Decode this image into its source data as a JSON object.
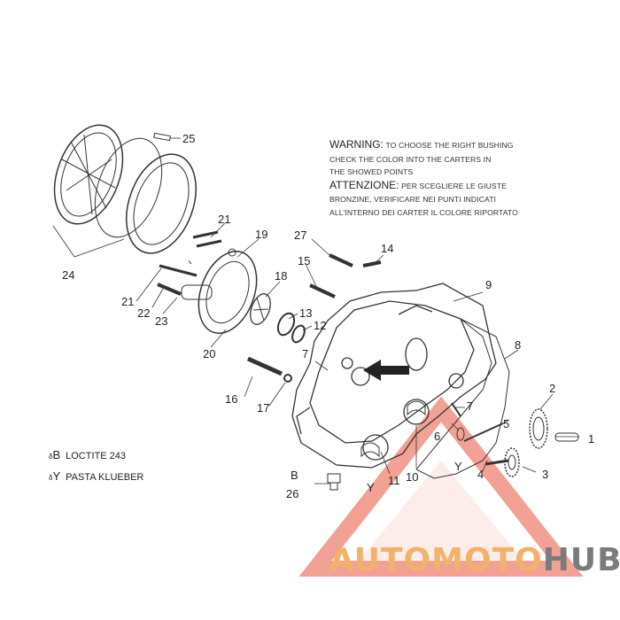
{
  "warning": {
    "en_heading": "WARNING:",
    "en_line1": "TO CHOOSE THE RIGHT BUSHING",
    "en_line2": "CHECK THE COLOR INTO THE CARTERS IN",
    "en_line3": "THE SHOWED POINTS",
    "it_heading": "ATTENZIONE:",
    "it_line1": "PER SCEGLIERE LE GIUSTE",
    "it_line2": "BRONZINE, VERIFICARE NEI PUNTI INDICATI",
    "it_line3": "ALL'INTERNO DEI CARTER IL COLORE RIPORTATO"
  },
  "legend": [
    {
      "symbol": "B",
      "text": "LOCTITE 243"
    },
    {
      "symbol": "Y",
      "text": "PASTA KLUEBER"
    }
  ],
  "callouts": {
    "c1": "1",
    "c2": "2",
    "c3": "3",
    "c4": "4",
    "c5": "5",
    "c6": "6",
    "c7a": "7",
    "c7b": "7",
    "c8": "8",
    "c9": "9",
    "c10": "10",
    "c11": "11",
    "c12": "12",
    "c13": "13",
    "c14": "14",
    "c15": "15",
    "c16": "16",
    "c17": "17",
    "c18": "18",
    "c19": "19",
    "c20": "20",
    "c21a": "21",
    "c21b": "21",
    "c22": "22",
    "c23": "23",
    "c24": "24",
    "c25": "25",
    "c26": "26",
    "c27": "27",
    "cB": "B",
    "cY1": "Y",
    "cY2": "Y"
  },
  "watermark": {
    "part1": "AUTOMOTO",
    "part2": "HUB",
    "color1": "#f4b16b",
    "color2": "#7b7b7b",
    "triangle_color": "#e8553c"
  },
  "colors": {
    "line": "#333333"
  }
}
